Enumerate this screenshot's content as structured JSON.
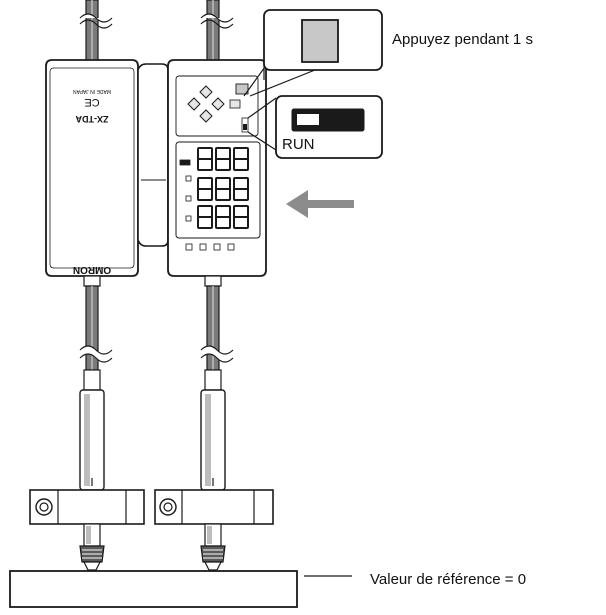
{
  "callouts": {
    "press_instruction": "Appuyez pendant 1 s",
    "reference_value": "Valeur de référence = 0"
  },
  "switch": {
    "label": "RUN"
  },
  "amplifier_unit": {
    "model_label": "ZX-TDA",
    "brand_label": "OMRON",
    "origin_label": "MADE IN JAPAN",
    "ce_mark": "CE"
  },
  "colors": {
    "arrow": "#8c8c8c",
    "button_fill": "#c8c8c8",
    "cable": "#7a7a7a",
    "outline": "#1a1a1a"
  }
}
